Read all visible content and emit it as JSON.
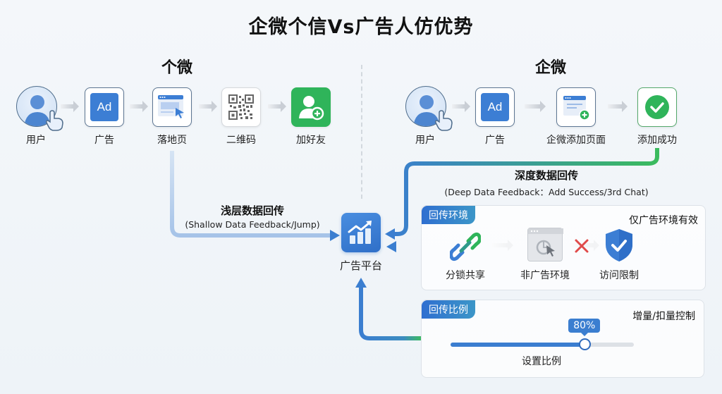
{
  "title": "企微个信Vs广告人仿优势",
  "left_section": {
    "title": "个微",
    "nodes": [
      {
        "label": "用户",
        "icon": "user-click-icon"
      },
      {
        "label": "广告",
        "icon": "ad-icon"
      },
      {
        "label": "落地页",
        "icon": "landing-page-icon"
      },
      {
        "label": "二维码",
        "icon": "qr-code-icon"
      },
      {
        "label": "加好友",
        "icon": "add-friend-icon"
      }
    ],
    "feedback": {
      "title": "浅层数据回传",
      "subtitle": "(Shallow Data Feedback/Jump)"
    }
  },
  "right_section": {
    "title": "企微",
    "nodes": [
      {
        "label": "用户",
        "icon": "user-click-icon"
      },
      {
        "label": "广告",
        "icon": "ad-icon"
      },
      {
        "label": "企微添加页面",
        "icon": "wecom-add-page-icon"
      },
      {
        "label": "添加成功",
        "icon": "success-check-icon"
      }
    ],
    "feedback": {
      "title": "深度数据回传",
      "subtitle": "(Deep Data Feedback：Add Success/3rd Chat)"
    }
  },
  "platform": {
    "label": "广告平台",
    "icon": "ad-platform-chart-icon"
  },
  "env_panel": {
    "tag": "回传环境",
    "note": "仅广告环境有效",
    "items": [
      {
        "label": "分锁共享",
        "icon": "link-share-icon"
      },
      {
        "label": "非广告环境",
        "icon": "non-ad-browser-icon"
      },
      {
        "label": "访问限制",
        "icon": "shield-check-icon"
      }
    ],
    "blocked_icon": "cross-icon"
  },
  "ratio_panel": {
    "tag": "回传比例",
    "note": "增量/扣量控制",
    "slider_label": "设置比例",
    "slider_value_text": "80%",
    "slider_value": 0.73
  },
  "colors": {
    "brand_blue": "#3b7ed0",
    "brand_green": "#2fb45a",
    "cross_red": "#e04a4a"
  }
}
